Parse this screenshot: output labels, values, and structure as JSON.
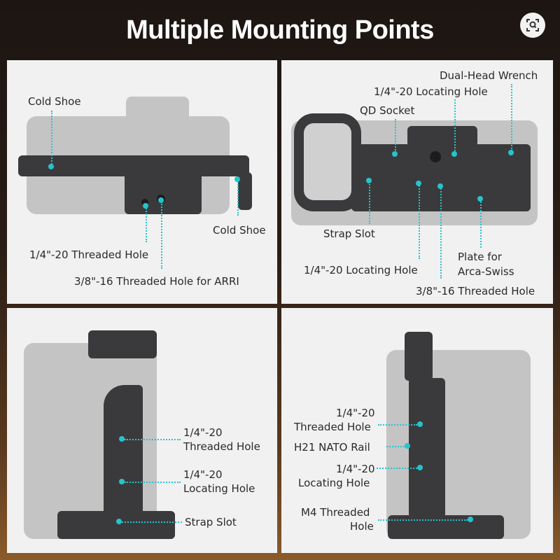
{
  "title": "Multiple Mounting Points",
  "lens_icon": "visual-search-icon",
  "panels": {
    "top_left": {
      "cold_shoe_1": "Cold Shoe",
      "cold_shoe_2": "Cold Shoe",
      "threaded_hole": "1/4\"-20 Threaded Hole",
      "arri_hole": "3/8\"-16 Threaded Hole for ARRI"
    },
    "top_right": {
      "wrench": "Dual-Head Wrench",
      "locating_top": "1/4\"-20 Locating Hole",
      "qd": "QD Socket",
      "strap": "Strap Slot",
      "locating_bottom": "1/4\"-20 Locating Hole",
      "plate_1": "Plate for",
      "plate_2": "Arca-Swiss",
      "threaded": "3/8\"-16 Threaded Hole"
    },
    "bottom_left": {
      "th_1": "1/4\"-20",
      "th_2": "Threaded Hole",
      "lh_1": "1/4\"-20",
      "lh_2": "Locating Hole",
      "strap": "Strap Slot"
    },
    "bottom_right": {
      "th_1": "1/4\"-20",
      "th_2": "Threaded Hole",
      "nato": "H21 NATO Rail",
      "lh_1": "1/4\"-20",
      "lh_2": "Locating Hole",
      "m4_1": "M4 Threaded",
      "m4_2": "Hole"
    }
  }
}
